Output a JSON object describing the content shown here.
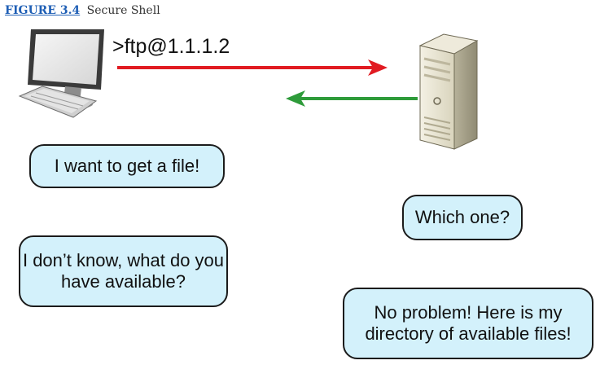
{
  "figure": {
    "label": "FIGURE 3.4",
    "title": "Secure Shell"
  },
  "command": ">ftp@1.1.1.2",
  "bubbles": {
    "client_request": "I want to get a file!",
    "server_question": "Which one?",
    "client_reply": "I don’t know, what do you have available?",
    "server_reply": "No problem! Here is my directory of available files!"
  },
  "colors": {
    "bubble_fill": "#d3f1fb",
    "request_arrow": "#e11b22",
    "response_arrow": "#2e9b3a"
  },
  "icons": {
    "client": "desktop-computer-icon",
    "server": "server-tower-icon"
  }
}
